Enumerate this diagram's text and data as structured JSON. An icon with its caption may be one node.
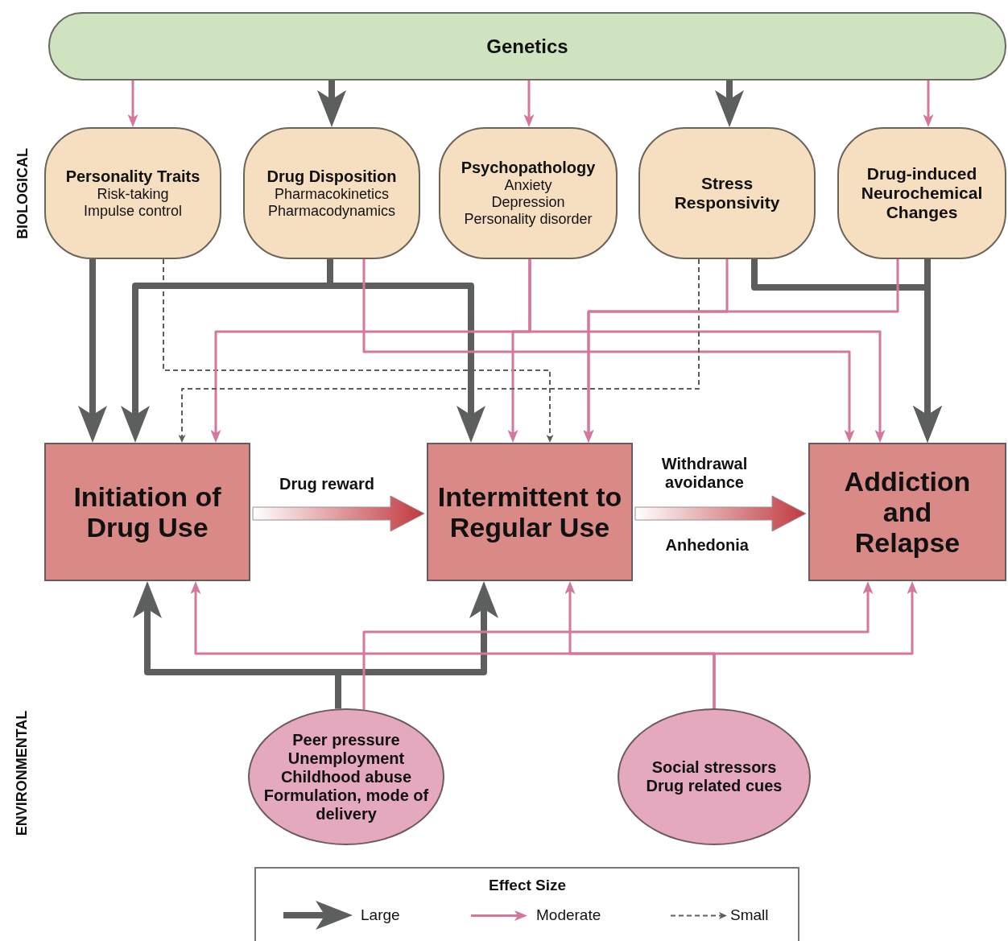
{
  "diagram": {
    "nodes": [
      {
        "text": [
          "Genetics"
        ]
      },
      {
        "text": [
          "Personality Traits",
          "Risk-taking",
          "Impulse control"
        ]
      },
      {
        "text": [
          "Drug Disposition",
          "Pharmacokinetics",
          "Pharmacodynamics"
        ]
      },
      {
        "text": [
          "Psychopathology",
          "Anxiety",
          "Depression",
          "Personality disorder"
        ]
      },
      {
        "text": [
          "Stress Responsivity"
        ]
      },
      {
        "text": [
          "Drug-induced Neurochemical Changes"
        ]
      },
      {
        "text": [
          "Initiation of Drug Use"
        ]
      },
      {
        "text": [
          "Intermittent to Regular Use"
        ]
      },
      {
        "text": [
          "Addiction and Relapse"
        ]
      },
      {
        "text": [
          "Peer pressure",
          "Unemployment",
          "Childhood abuse",
          "Formulation, mode of delivery"
        ]
      },
      {
        "text": [
          "Social stressors",
          "Drug related cues"
        ]
      }
    ],
    "edges": [
      {
        "from": 0,
        "to": 1,
        "arrow": "to"
      },
      {
        "from": 0,
        "to": 2,
        "arrow": "to",
        "style": "thick",
        "color": "#5d5e5e"
      },
      {
        "from": 0,
        "to": 3,
        "arrow": "to"
      },
      {
        "from": 0,
        "to": 4,
        "arrow": "to",
        "style": "thick",
        "color": "#5d5e5e"
      },
      {
        "from": 0,
        "to": 5,
        "arrow": "to"
      },
      {
        "from": 1,
        "to": 6,
        "arrow": "to",
        "style": "thick",
        "color": "#5d5e5e"
      },
      {
        "from": 1,
        "to": 7,
        "arrow": "to",
        "style": "dashed",
        "color": "#5d5e5e"
      },
      {
        "from": 2,
        "to": 6,
        "arrow": "to",
        "style": "thick",
        "color": "#5d5e5e"
      },
      {
        "from": 2,
        "to": 7,
        "arrow": "to",
        "style": "thick",
        "color": "#5d5e5e"
      },
      {
        "from": 2,
        "to": 8,
        "arrow": "to"
      },
      {
        "from": 3,
        "to": 6,
        "arrow": "to"
      },
      {
        "from": 3,
        "to": 7,
        "arrow": "to"
      },
      {
        "from": 3,
        "to": 8,
        "arrow": "to"
      },
      {
        "from": 4,
        "to": 6,
        "arrow": "to",
        "style": "dashed",
        "color": "#5d5e5e"
      },
      {
        "from": 4,
        "to": 7,
        "arrow": "to"
      },
      {
        "from": 4,
        "to": 8,
        "arrow": "to",
        "style": "thick",
        "color": "#5d5e5e"
      },
      {
        "from": 5,
        "to": 7,
        "arrow": "to"
      },
      {
        "from": 5,
        "to": 8,
        "arrow": "to",
        "style": "thick",
        "color": "#5d5e5e"
      },
      {
        "from": 9,
        "to": 6,
        "arrow": "to",
        "style": "thick",
        "color": "#5d5e5e"
      },
      {
        "from": 9,
        "to": 7,
        "arrow": "to",
        "style": "thick",
        "color": "#5d5e5e"
      },
      {
        "from": 9,
        "to": 8,
        "arrow": "to"
      },
      {
        "from": 10,
        "to": 6,
        "arrow": "to"
      },
      {
        "from": 10,
        "to": 7,
        "arrow": "to"
      },
      {
        "from": 10,
        "to": 8,
        "arrow": "to"
      },
      {
        "from": 6,
        "to": 7,
        "arrow": "to",
        "label": "Drug reward",
        "style": "thick",
        "color": "#c0393f"
      },
      {
        "from": 7,
        "to": 8,
        "arrow": "to",
        "label": "Withdrawal avoidance",
        "style": "thick",
        "color": "#c0393f"
      }
    ],
    "labels": [
      "BIOLOGICAL",
      "ENVIRONMENTAL",
      "Anhedonia",
      "Effect Size"
    ],
    "legend": [
      {
        "text": "Large"
      },
      {
        "text": "Moderate"
      },
      {
        "text": "Small"
      }
    ]
  }
}
